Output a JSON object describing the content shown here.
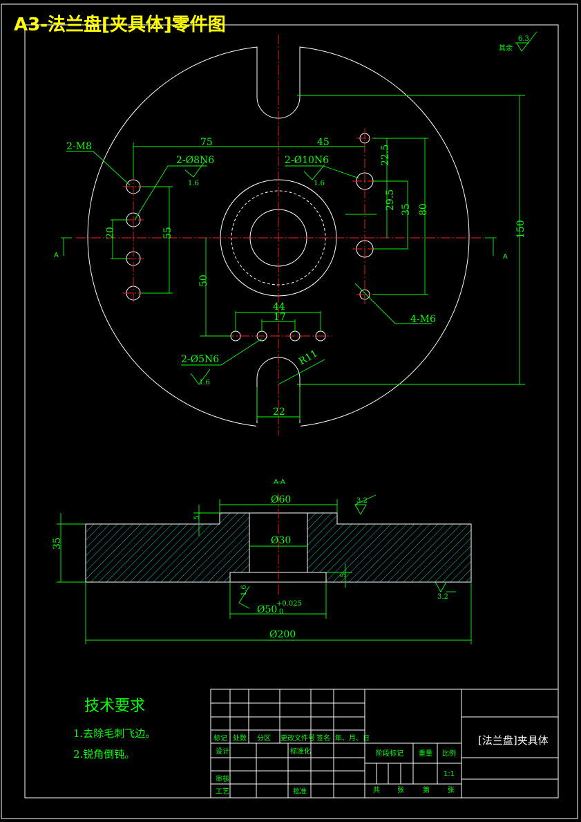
{
  "title": "A3-法兰盘[夹具体]零件图",
  "roughness_other": {
    "label": "其余",
    "value": "6.3"
  },
  "dimensions": {
    "d75": "75",
    "d45": "45",
    "d22_5": "22.5",
    "d29_5": "29.5",
    "d35v": "35",
    "d80": "80",
    "d150": "150",
    "d20": "20",
    "d55": "55",
    "d50": "50",
    "d44": "44",
    "d17": "17",
    "r11": "R11",
    "d22": "22"
  },
  "callouts": {
    "m8": "2-M8",
    "o8n6": "2-Ø8N6",
    "o10n6": "2-Ø10N6",
    "m6": "4-M6",
    "o5n6": "2-Ø5N6",
    "ra1": "1.6",
    "ra2": "1.6",
    "ra3": "1.6"
  },
  "section_marks": {
    "left": "A",
    "right": "A"
  },
  "section": {
    "title": "A-A",
    "d60": "Ø60",
    "d30": "Ø30",
    "d50": "Ø50",
    "tol_upper": "+0.025",
    "tol_lower": "0",
    "d200": "Ø200",
    "h35": "35",
    "h5a": "5",
    "h5b": "5",
    "ra_top": "3.2",
    "ra_bottom": "3.2",
    "ra_left": "1.6"
  },
  "tech_requirements": {
    "heading": "技术要求",
    "items": [
      "1.去除毛刺飞边。",
      "2.锐角倒钝。"
    ]
  },
  "title_block": {
    "part_name": "[法兰盘]夹具体",
    "headers": [
      "标记",
      "处数",
      "分区",
      "更改文件号",
      "签名",
      "年、月、日"
    ],
    "design": "设计",
    "standardize": "标准化",
    "stage_mark": "阶段标记",
    "weight": "重量",
    "scale": "比例",
    "scale_value": "1:1",
    "review": "审核",
    "process": "工艺",
    "approve": "批准",
    "total": "共",
    "sheets": "张",
    "page": "第",
    "page2": "张"
  }
}
